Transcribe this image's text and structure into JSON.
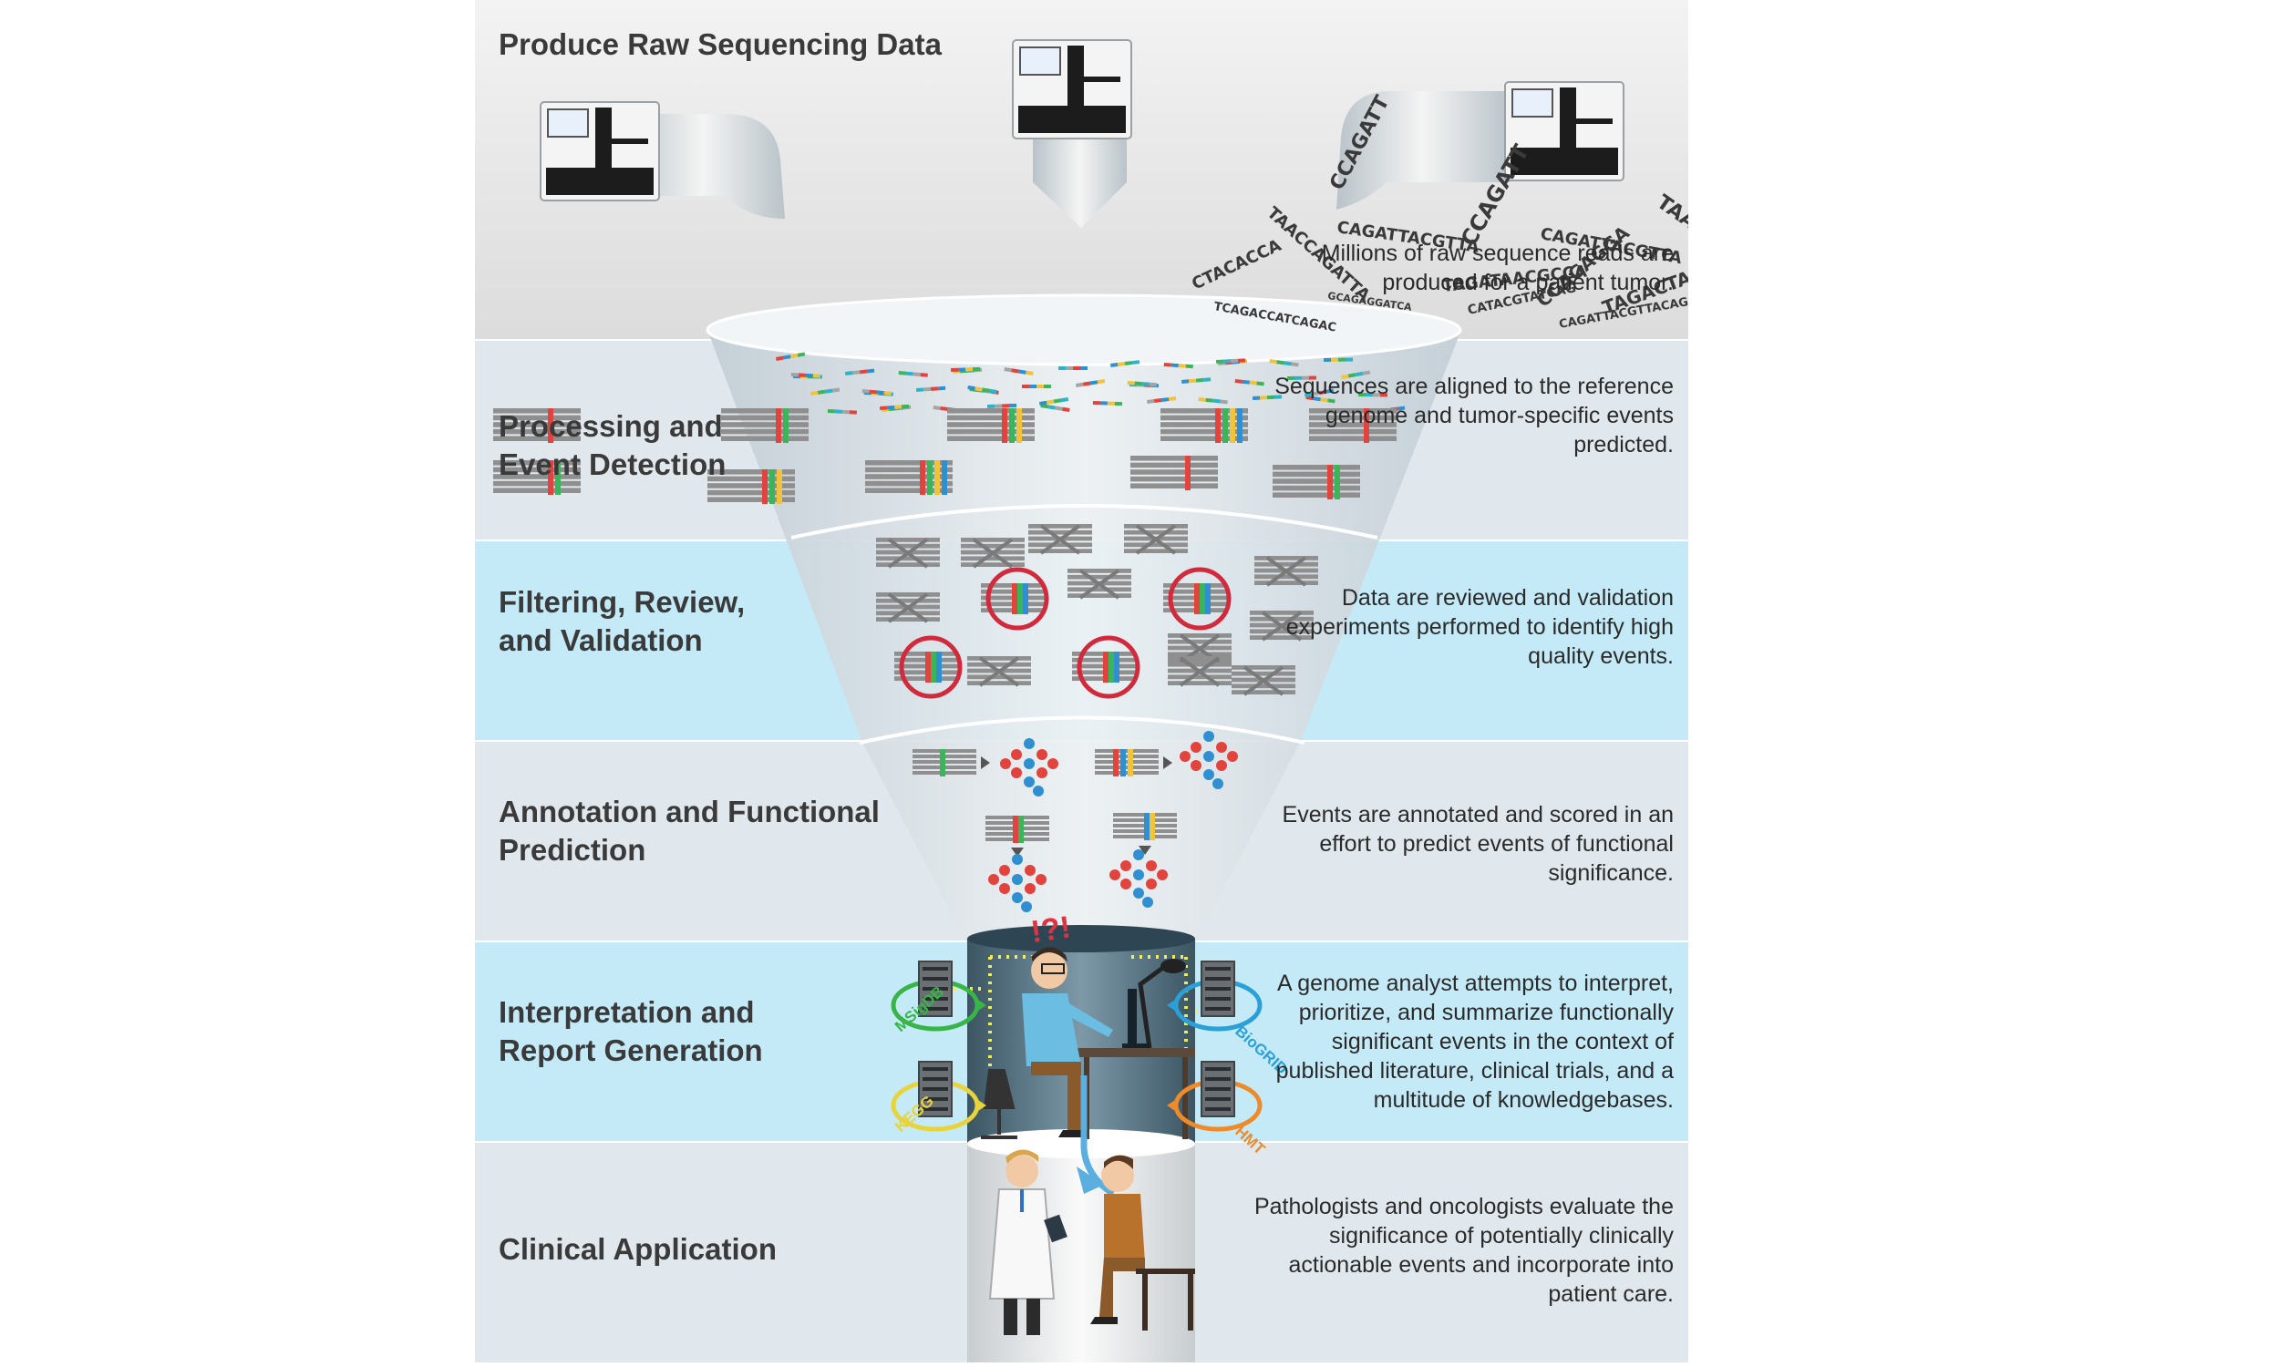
{
  "stages": [
    {
      "title": "Produce Raw Sequencing Data",
      "description": "Millions of raw sequence reads are produced for a patient tumor."
    },
    {
      "title": "Processing and\nEvent Detection",
      "description": "Sequences are aligned to the reference genome and tumor-specific events predicted."
    },
    {
      "title": "Filtering, Review,\nand Validation",
      "description": "Data are reviewed and validation experiments performed to identify high quality events."
    },
    {
      "title": "Annotation and Functional\nPrediction",
      "description": "Events are annotated and scored in an effort to predict events of functional significance."
    },
    {
      "title": "Interpretation and\nReport Generation",
      "description": "A genome analyst attempts to interpret, prioritize, and summarize functionally significant events in the context of published literature, clinical trials, and a multitude of knowledgebases."
    },
    {
      "title": "Clinical Application",
      "description": "Pathologists and oncologists evaluate the significance of potentially clinically actionable events and incorporate into patient care."
    }
  ],
  "sequence_reads": [
    "CCAGATT",
    "TAACCAGATTA",
    "CAGATTACGTTA",
    "CCAGATT",
    "CAGATTACGTTA",
    "TAACCAGGAT",
    "TAACCAGAT",
    "CTACACCA",
    "TAGATAACGCCA",
    "CCAGAGGA",
    "TAGACTACACCA",
    "TCAGACCATCAGAC",
    "GCAGAGGATCA",
    "CATACGTATCAG",
    "CAGATTACGTTACAGACC",
    "CCAGATTATCAGA",
    "CCAGATTATCAGA"
  ],
  "databases": {
    "left_top": "MSigDB",
    "left_bottom": "KEGG",
    "right_top": "BioGRID",
    "right_bottom": "HMT"
  },
  "annotations": {
    "confusion": "!?!"
  },
  "colors": {
    "band_gray": "#e4eaee",
    "band_cyan": "#c6ebf7",
    "title": "#3a3a3a",
    "circle_red": "#d22a3c",
    "dot_red": "#e2433d",
    "dot_blue": "#2f8fd0",
    "db_green": "#38b449",
    "db_blue": "#2a9fd8",
    "db_yellow": "#e8d43a",
    "db_orange": "#ee8a2a"
  }
}
